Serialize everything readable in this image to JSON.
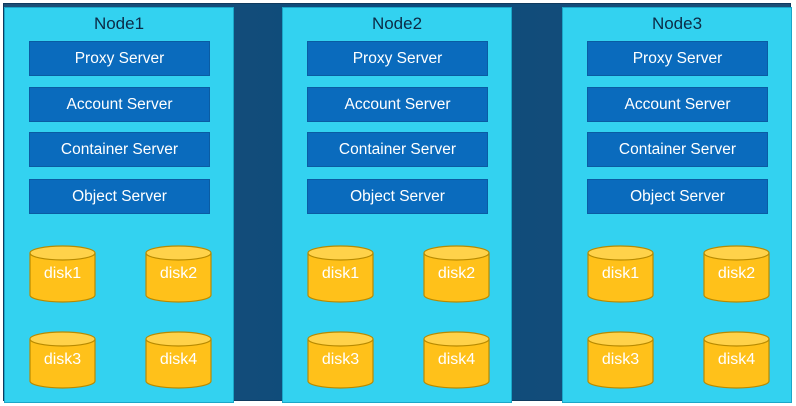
{
  "nodes": [
    {
      "name": "Node1",
      "servers": [
        "Proxy Server",
        "Account Server",
        "Container Server",
        "Object Server"
      ],
      "disks": [
        "disk1",
        "disk2",
        "disk3",
        "disk4"
      ]
    },
    {
      "name": "Node2",
      "servers": [
        "Proxy Server",
        "Account Server",
        "Container Server",
        "Object Server"
      ],
      "disks": [
        "disk1",
        "disk2",
        "disk3",
        "disk4"
      ]
    },
    {
      "name": "Node3",
      "servers": [
        "Proxy Server",
        "Account Server",
        "Container Server",
        "Object Server"
      ],
      "disks": [
        "disk1",
        "disk2",
        "disk3",
        "disk4"
      ]
    }
  ],
  "colors": {
    "node_fill": "#33d2f0",
    "server_fill": "#0a6bbd",
    "disk_fill": "#ffc11a",
    "background": "#0b4a7c"
  }
}
